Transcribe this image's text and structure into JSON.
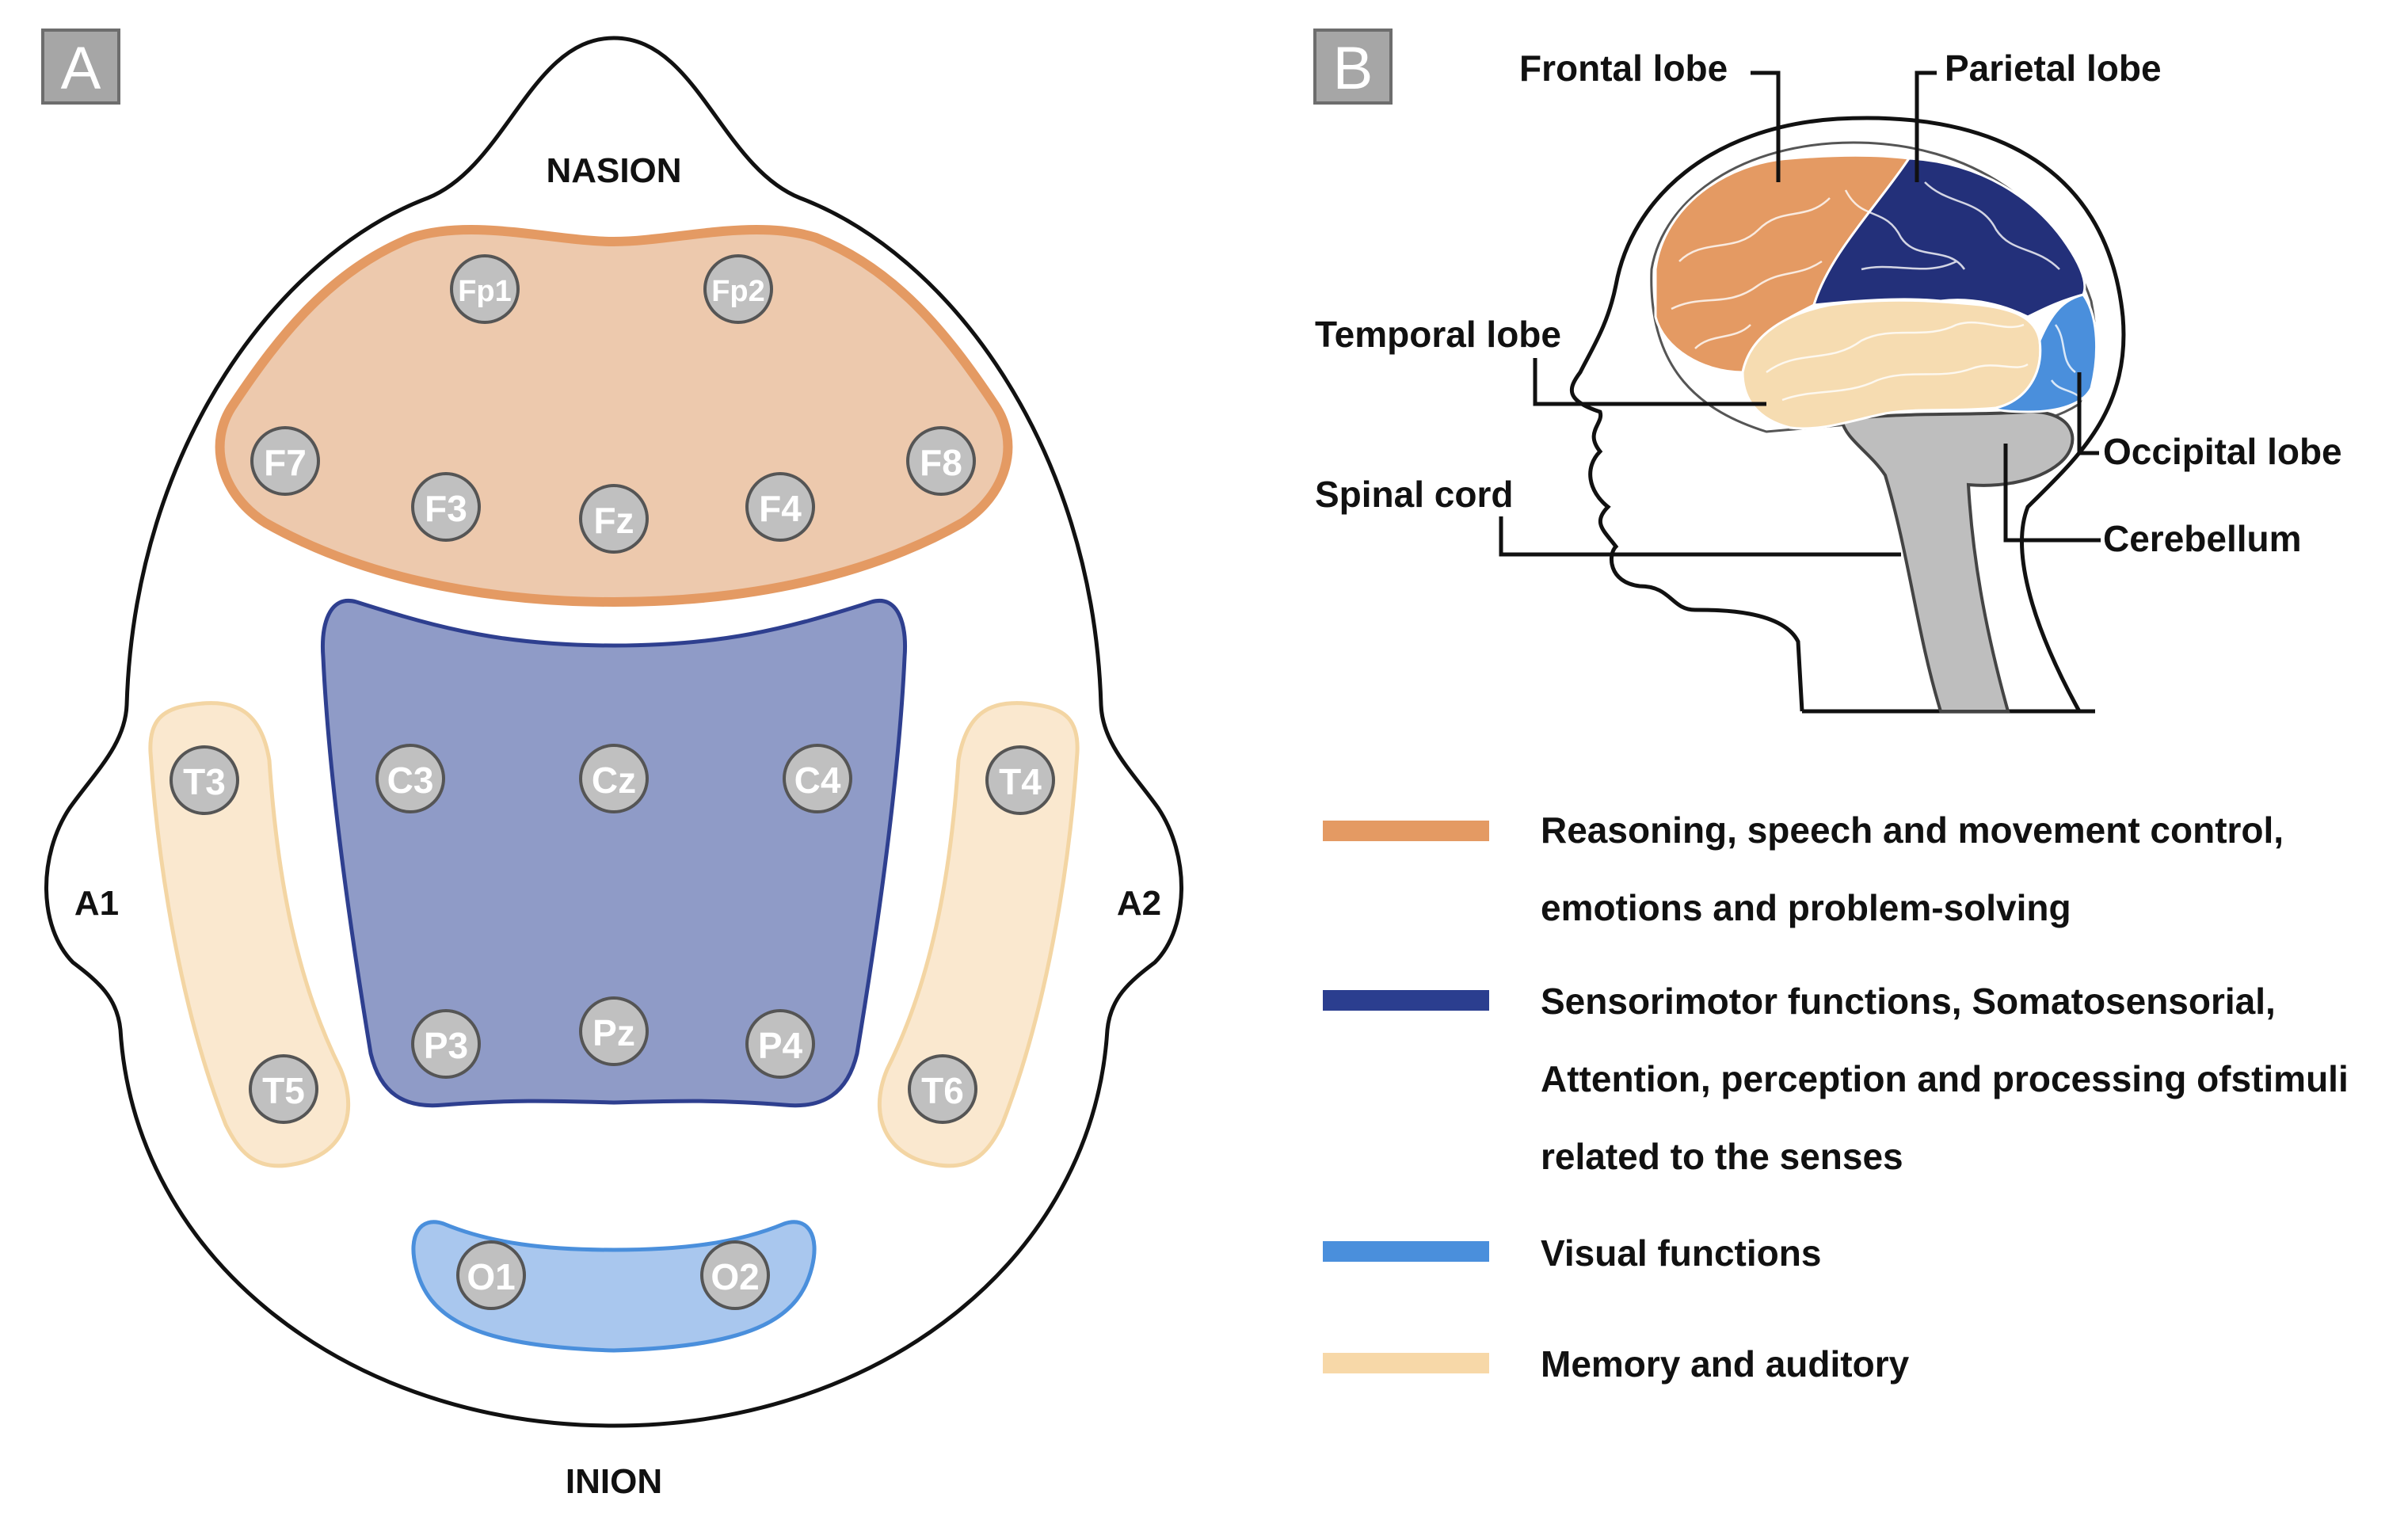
{
  "panels": {
    "a": {
      "letter": "A"
    },
    "b": {
      "letter": "B"
    }
  },
  "head_map": {
    "nasion": "NASION",
    "inion": "INION",
    "left_ear": "A1",
    "right_ear": "A2",
    "electrodes": {
      "fp1": "Fp1",
      "fp2": "Fp2",
      "f7": "F7",
      "f3": "F3",
      "fz": "Fz",
      "f4": "F4",
      "f8": "F8",
      "t3": "T3",
      "c3": "C3",
      "cz": "Cz",
      "c4": "C4",
      "t4": "T4",
      "t5": "T5",
      "p3": "P3",
      "pz": "Pz",
      "p4": "P4",
      "t6": "T6",
      "o1": "O1",
      "o2": "O2"
    }
  },
  "brain": {
    "frontal": "Frontal lobe",
    "parietal": "Parietal lobe",
    "temporal": "Temporal lobe",
    "occipital": "Occipital lobe",
    "spinal": "Spinal cord",
    "cerebellum": "Cerebellum"
  },
  "legend": {
    "frontal_line1": "Reasoning, speech and movement control,",
    "frontal_line2": "emotions and problem-solving",
    "parietal_line1": "Sensorimotor functions, Somatosensorial,",
    "parietal_line2": "Attention, perception and processing ofstimuli",
    "parietal_line3": "related to the senses",
    "occipital_line1": "Visual functions",
    "temporal_line1": "Memory and auditory"
  },
  "colors": {
    "frontal_fill": "#edc9ad",
    "frontal_stroke": "#e49a63",
    "central_fill": "#8f9bc7",
    "central_stroke": "#2e3f8f",
    "temporal_fill": "#fae8cf",
    "temporal_stroke": "#f3d5a3",
    "occipital_fill": "#a9c7ee",
    "occipital_stroke": "#4a8fdc",
    "electrode_fill": "#c0c0c0",
    "legend_frontal": "#e49a63",
    "legend_parietal": "#2b3e8f",
    "legend_occipital": "#4a8fdc",
    "legend_temporal": "#f7d8a8"
  }
}
